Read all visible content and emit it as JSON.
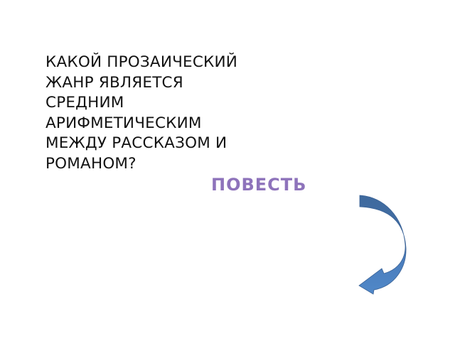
{
  "slide": {
    "question_lines": [
      "КАКОЙ ПРОЗАИЧЕСКИЙ",
      "ЖАНР ЯВЛЯЕТСЯ",
      "СРЕДНИМ",
      "АРИФМЕТИЧЕСКИМ",
      "МЕЖДУ РАССКАЗОМ И",
      "РОМАНОМ?"
    ],
    "answer": "ПОВЕСТЬ",
    "arrow_icon": "curved-arrow-down-left-icon",
    "colors": {
      "question_text": "#111111",
      "answer_text": "#8e73bb",
      "arrow_dark": "#3f6a9e",
      "arrow_light": "#4f83c4"
    }
  }
}
